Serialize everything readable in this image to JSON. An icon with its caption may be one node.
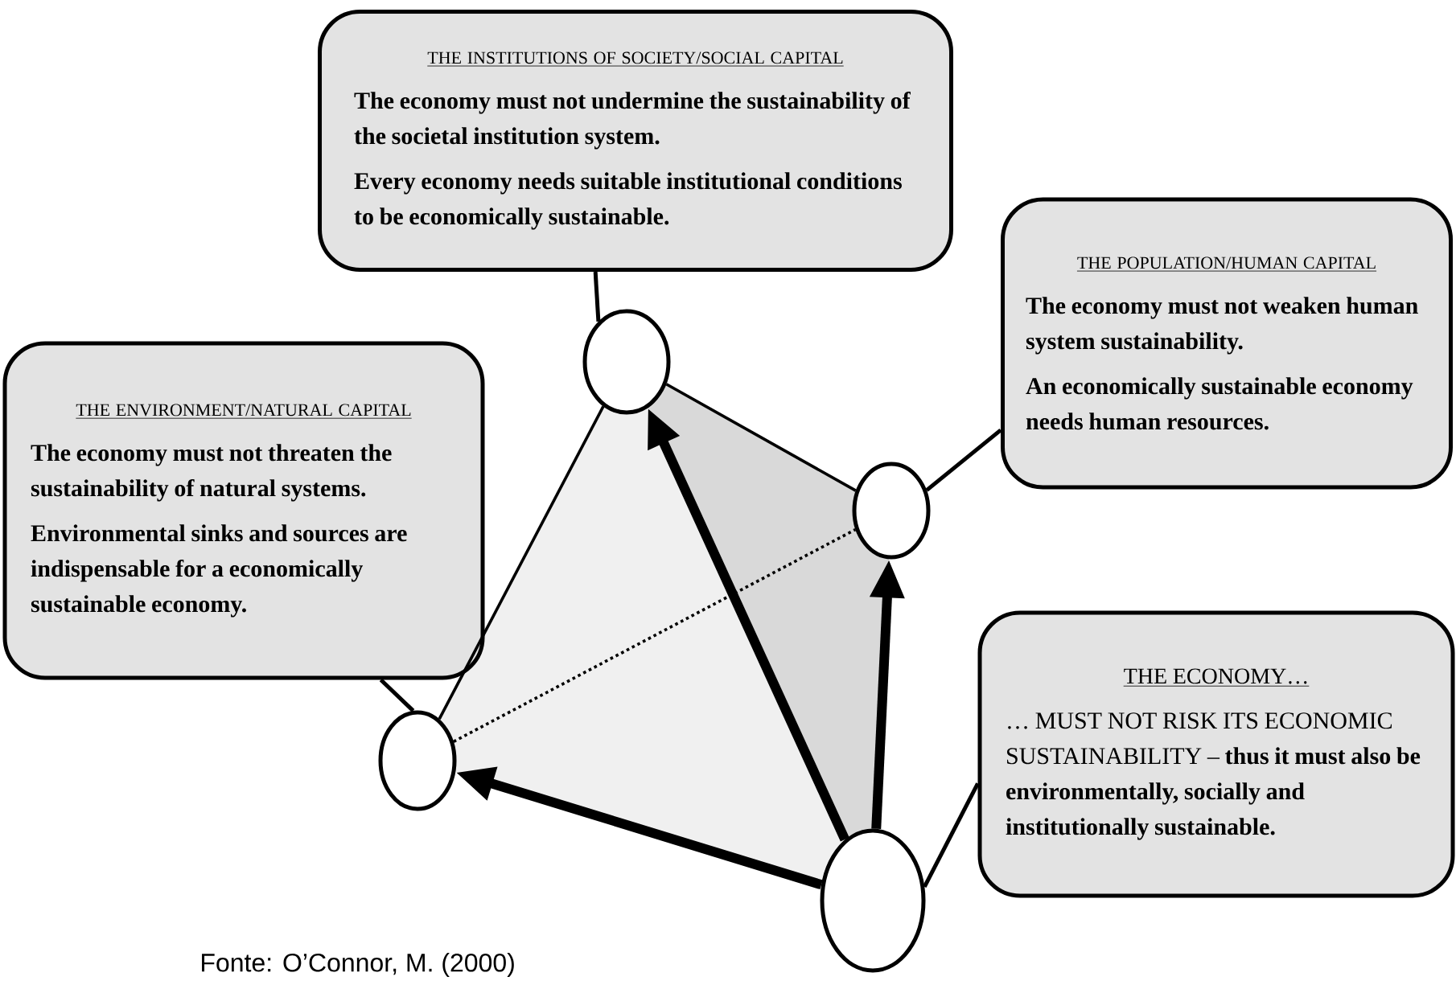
{
  "diagram": {
    "caption": "Fonte: O’Connor, M. (2000)",
    "nodes": [
      {
        "text": [
          "THE INSTITUTIONS OF SOCIETY/SOCIAL CAPITAL",
          "The economy must not undermine the sustainability of the societal institution system.",
          "Every economy needs suitable institutional conditions to be economically sustainable."
        ]
      },
      {
        "text": [
          "THE POPULATION/HUMAN CAPITAL",
          "The economy must not weaken human system sustainability.",
          "An economically sustainable economy needs human resources."
        ]
      },
      {
        "text": [
          "THE ENVIRONMENT/NATURAL CAPITAL",
          "The economy must not threaten the sustainability of natural systems.",
          "Environmental sinks and sources are indispensable for a economically sustainable economy."
        ]
      },
      {
        "text": [
          "THE ECONOMY…",
          "… MUST NOT RISK ITS ECONOMIC SUSTAINABILITY – **thus it must also be environmentally, socially and institutionally sustainable.**"
        ]
      },
      {
        "text": [],
        "shape": "circle"
      },
      {
        "text": [],
        "shape": "circle"
      },
      {
        "text": [],
        "shape": "circle"
      },
      {
        "text": [],
        "shape": "circle"
      }
    ],
    "edges": [
      {
        "from": 0,
        "to": 4,
        "arrow": "none"
      },
      {
        "from": 1,
        "to": 5,
        "arrow": "none"
      },
      {
        "from": 2,
        "to": 6,
        "arrow": "none"
      },
      {
        "from": 3,
        "to": 7,
        "arrow": "none"
      },
      {
        "from": 4,
        "to": 6,
        "arrow": "none"
      },
      {
        "from": 4,
        "to": 5,
        "arrow": "none"
      },
      {
        "from": 6,
        "to": 5,
        "arrow": "none",
        "style": "dashed"
      },
      {
        "from": 7,
        "to": 4,
        "arrow": "to",
        "style": "thick"
      },
      {
        "from": 7,
        "to": 5,
        "arrow": "to",
        "style": "thick"
      },
      {
        "from": 7,
        "to": 6,
        "arrow": "to",
        "style": "thick"
      }
    ]
  }
}
